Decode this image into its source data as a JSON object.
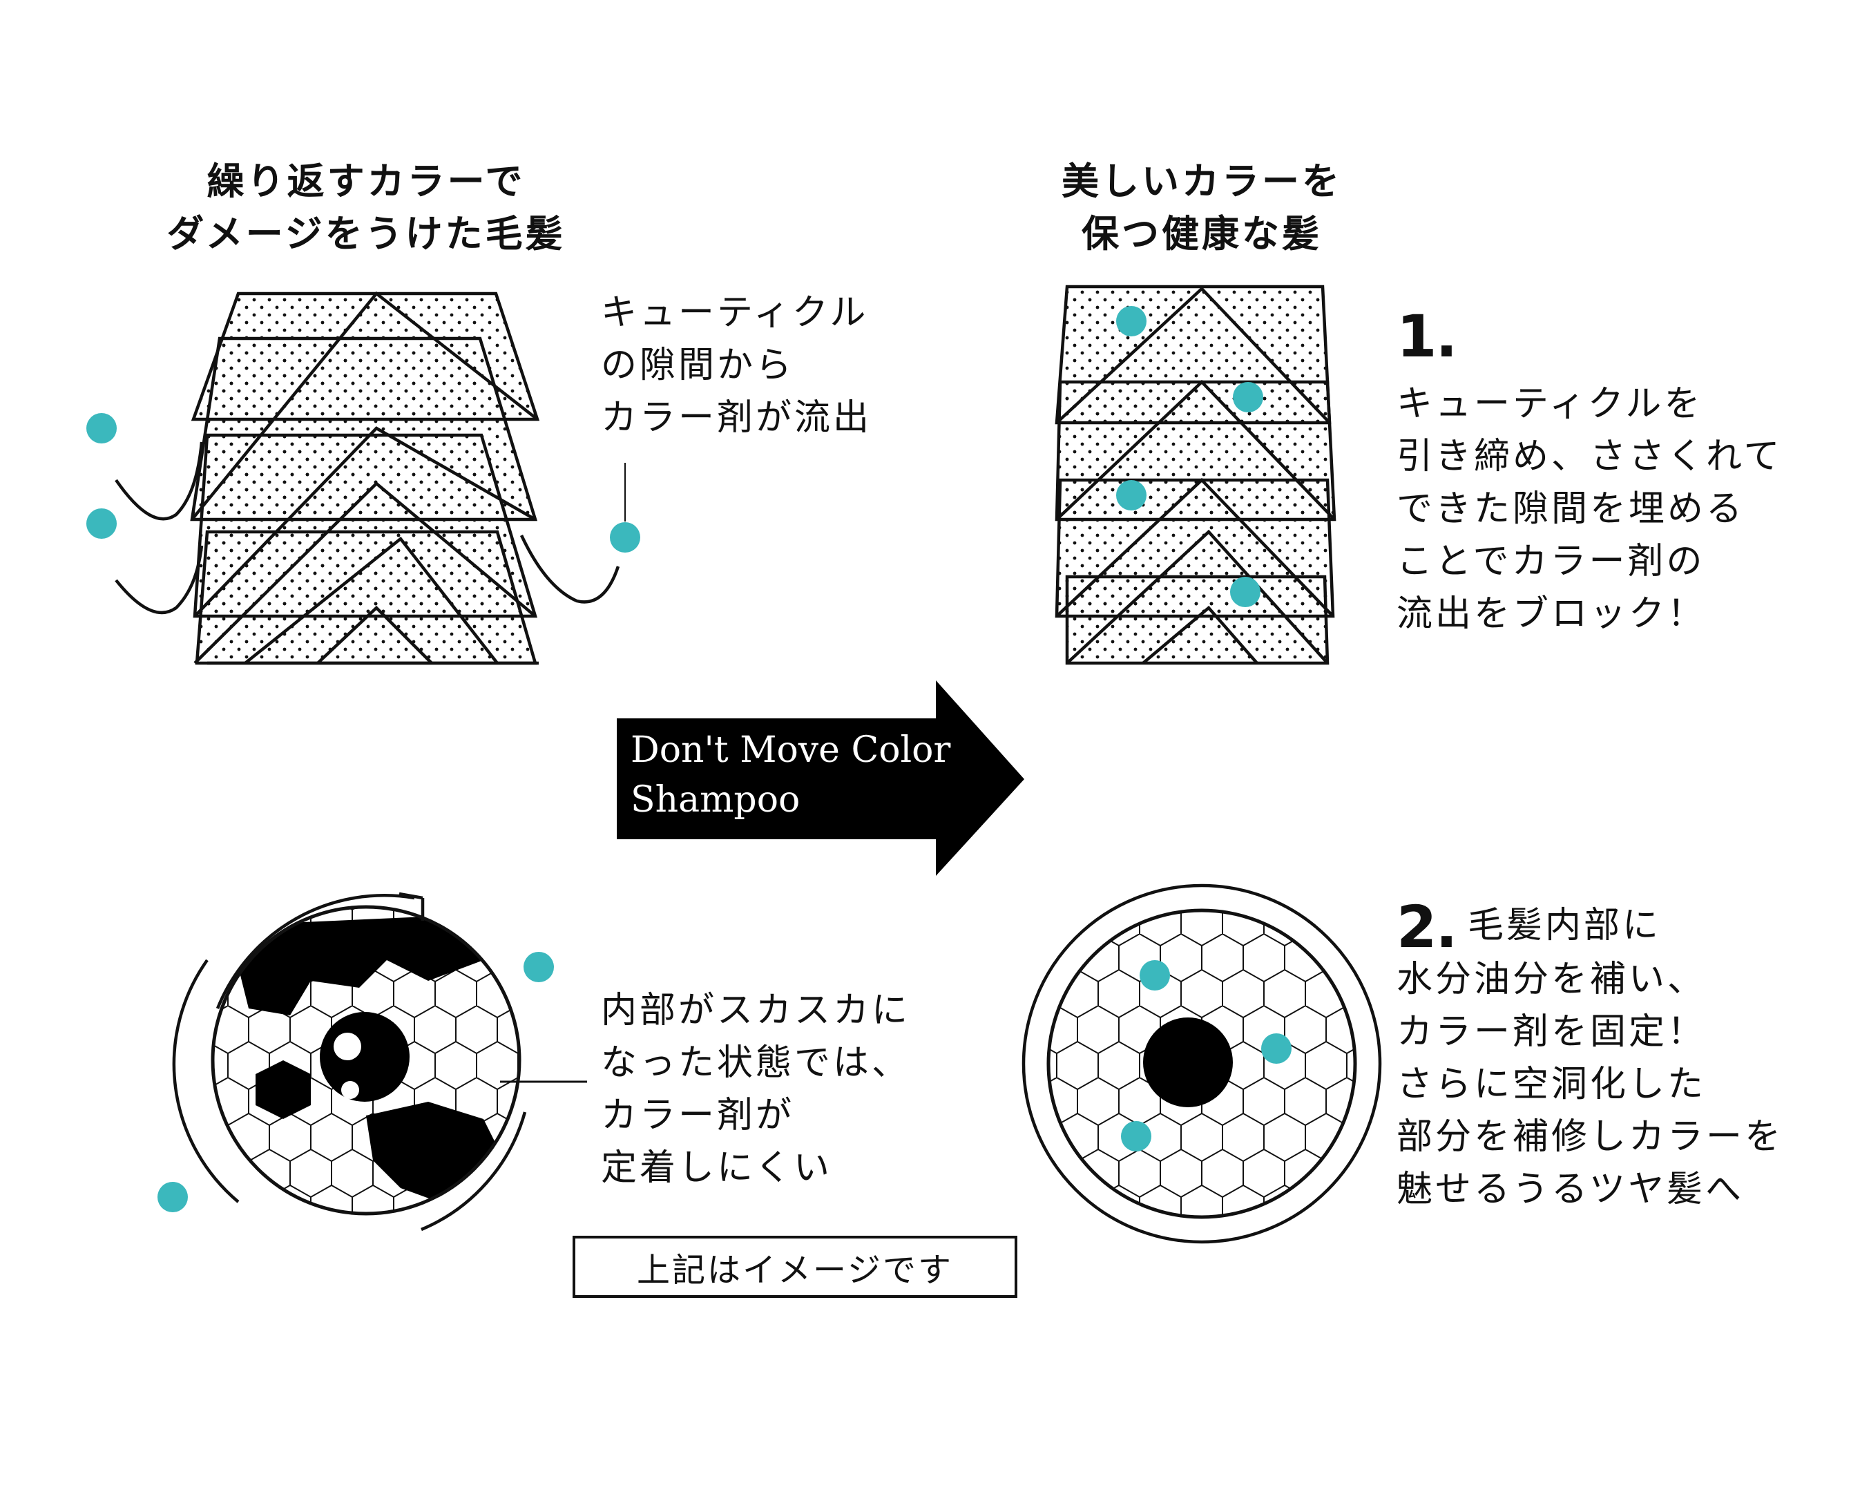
{
  "left_heading": [
    "繰り返すカラーで",
    "ダメージをうけた毛髪"
  ],
  "right_heading": [
    "美しいカラーを",
    "保つ健康な髪"
  ],
  "left_top_note": [
    "キューティクル",
    "の隙間から",
    "カラー剤が流出"
  ],
  "left_bottom_note": [
    "内部がスカスカに",
    "なった状態では、",
    "カラー剤が",
    "定着しにくい"
  ],
  "point1": {
    "number": "1.",
    "lines": [
      "キューティクルを",
      "引き締め、ささくれて",
      "できた隙間を埋める",
      "ことでカラー剤の",
      "流出をブロック！"
    ]
  },
  "point2": {
    "number": "2.",
    "first_line": "毛髪内部に",
    "lines": [
      "水分油分を補い、",
      "カラー剤を固定！",
      "さらに空洞化した",
      "部分を補修しカラーを",
      "魅せるうるツヤ髪へ"
    ]
  },
  "arrow_label": [
    "Don't Move Color",
    "Shampoo"
  ],
  "footnote": "上記はイメージです",
  "colors": {
    "accent": "#3bb8bd",
    "ink": "#111111"
  }
}
